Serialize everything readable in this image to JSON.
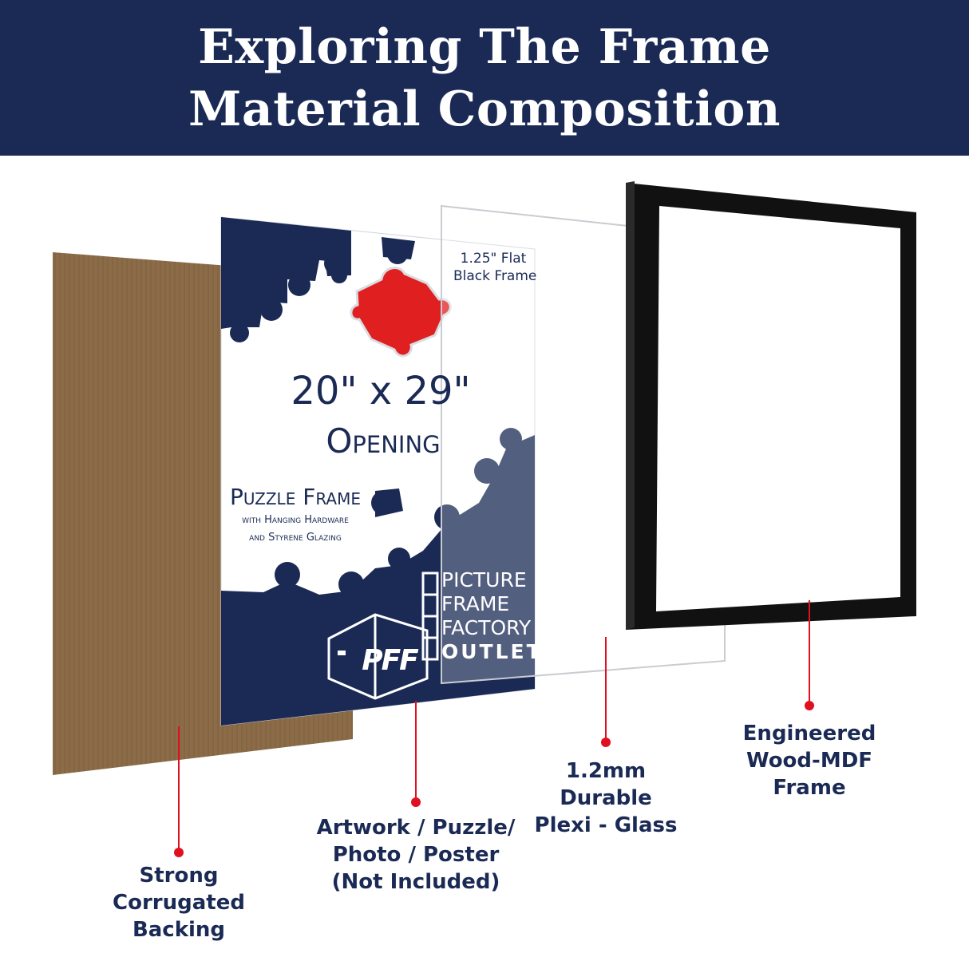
{
  "header": {
    "title_line1": "Exploring The Frame",
    "title_line2": "Material Composition",
    "background": "#1a2a55"
  },
  "poster": {
    "frame_spec_line1": "1.25\" Flat",
    "frame_spec_line2": "Black Frame",
    "size": "20\" x 29\"",
    "opening": "Opening",
    "product": "Puzzle Frame",
    "detail_line1": "with Hanging Hardware",
    "detail_line2": "and Styrene Glazing",
    "brand_line1": "PICTURE",
    "brand_line2": "FRAME",
    "brand_line3": "FACTORY",
    "brand_line4": "OUTLET",
    "logo_letters": "PFF",
    "navy": "#1a2a55",
    "accent_red": "#e02020"
  },
  "layers": {
    "backing": {
      "line1": "Strong",
      "line2": "Corrugated",
      "line3": "Backing",
      "color": "#8a6a45"
    },
    "artwork": {
      "line1": "Artwork / Puzzle/",
      "line2": "Photo / Poster",
      "line3": "(Not Included)"
    },
    "glass": {
      "line1": "1.2mm",
      "line2": "Durable",
      "line3": "Plexi - Glass"
    },
    "frame": {
      "line1": "Engineered",
      "line2": "Wood-MDF",
      "line3": "Frame",
      "color": "#111111"
    }
  },
  "callout_color": "#e01020"
}
